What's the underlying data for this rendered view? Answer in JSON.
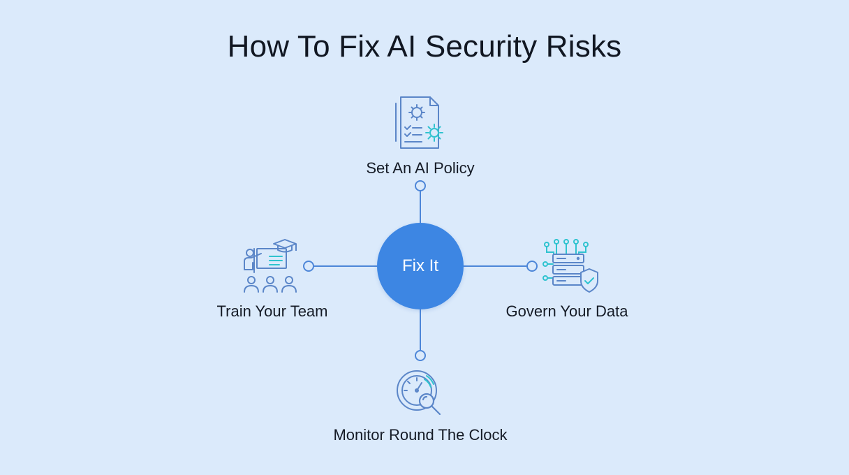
{
  "title": "How To Fix AI Security Risks",
  "hub": {
    "label": "Fix It"
  },
  "nodes": {
    "top": {
      "label": "Set An AI Policy",
      "icon": "policy-document-gear-icon"
    },
    "left": {
      "label": "Train Your Team",
      "icon": "training-teacher-students-icon"
    },
    "right": {
      "label": "Govern Your Data",
      "icon": "data-server-shield-icon"
    },
    "bottom": {
      "label": "Monitor Round The Clock",
      "icon": "gauge-magnifier-icon"
    }
  },
  "colors": {
    "background": "#dbeafb",
    "hub": "#3d86e3",
    "connector": "#4d86d8",
    "icon_stroke": "#5b86c8",
    "icon_accent": "#2fc3cf"
  }
}
